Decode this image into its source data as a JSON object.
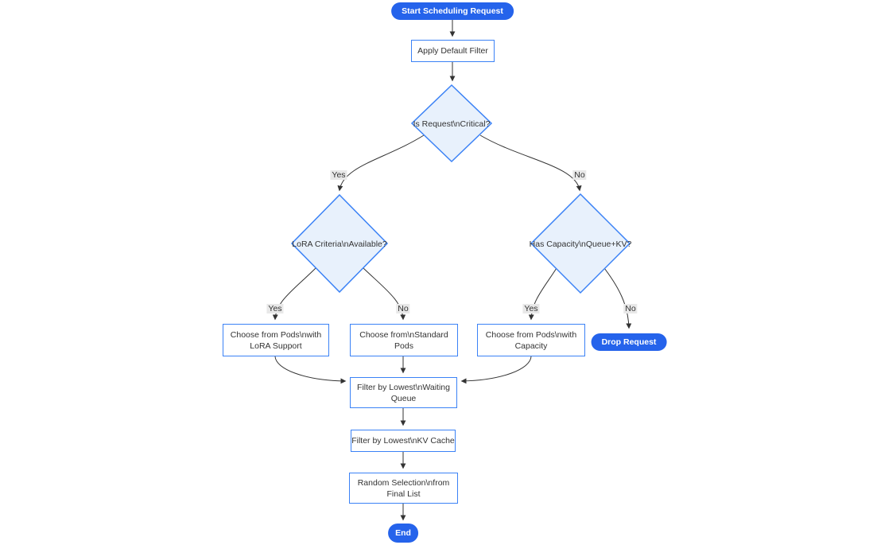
{
  "diagram": {
    "type": "flowchart",
    "direction": "top-down",
    "colors": {
      "accent_blue": "#2563eb",
      "node_border": "#3b82f6",
      "diamond_fill": "#e8f1fc",
      "node_fill": "#ffffff",
      "edge_stroke": "#333333",
      "edge_label_bg": "#e8e8e8",
      "text": "#333333",
      "pill_text": "#ffffff",
      "background": "#ffffff"
    },
    "nodes": {
      "start": {
        "label": "Start Scheduling Request",
        "shape": "pill"
      },
      "apply": {
        "label": "Apply Default Filter",
        "shape": "rect"
      },
      "critical": {
        "label": "Is Request\\nCritical?",
        "shape": "diamond"
      },
      "lora": {
        "label": "LoRA Criteria\\nAvailable?",
        "shape": "diamond"
      },
      "capacity": {
        "label": "Has Capacity\\nQueue+KV?",
        "shape": "diamond"
      },
      "choose_lora": {
        "line1": "Choose from Pods\\nwith",
        "line2": "LoRA Support",
        "shape": "rect"
      },
      "choose_standard": {
        "line1": "Choose from\\nStandard",
        "line2": "Pods",
        "shape": "rect"
      },
      "choose_capacity": {
        "line1": "Choose from Pods\\nwith",
        "line2": "Capacity",
        "shape": "rect"
      },
      "drop": {
        "label": "Drop Request",
        "shape": "pill"
      },
      "filter_queue": {
        "line1": "Filter by Lowest\\nWaiting",
        "line2": "Queue",
        "shape": "rect"
      },
      "filter_kv": {
        "label": "Filter by Lowest\\nKV Cache",
        "shape": "rect"
      },
      "random": {
        "line1": "Random Selection\\nfrom",
        "line2": "Final List",
        "shape": "rect"
      },
      "end": {
        "label": "End",
        "shape": "pill"
      }
    },
    "edge_labels": {
      "yes1": "Yes",
      "no1": "No",
      "yes2": "Yes",
      "no2": "No",
      "yes3": "Yes",
      "no3": "No"
    }
  }
}
